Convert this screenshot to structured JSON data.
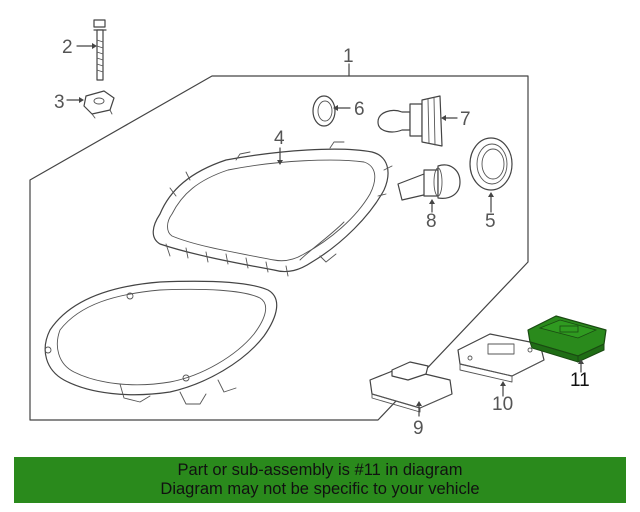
{
  "diagram": {
    "callouts": [
      {
        "id": "1",
        "label": "1"
      },
      {
        "id": "2",
        "label": "2"
      },
      {
        "id": "3",
        "label": "3"
      },
      {
        "id": "4",
        "label": "4"
      },
      {
        "id": "5",
        "label": "5"
      },
      {
        "id": "6",
        "label": "6"
      },
      {
        "id": "7",
        "label": "7"
      },
      {
        "id": "8",
        "label": "8"
      },
      {
        "id": "9",
        "label": "9"
      },
      {
        "id": "10",
        "label": "10"
      },
      {
        "id": "11",
        "label": "11"
      }
    ],
    "highlighted_part": "11",
    "highlight_color": "#2a8a1c"
  },
  "banner": {
    "line1": "Part or sub-assembly is #11 in diagram",
    "line2": "Diagram may not be specific to your vehicle",
    "background": "#2a8a1c"
  }
}
